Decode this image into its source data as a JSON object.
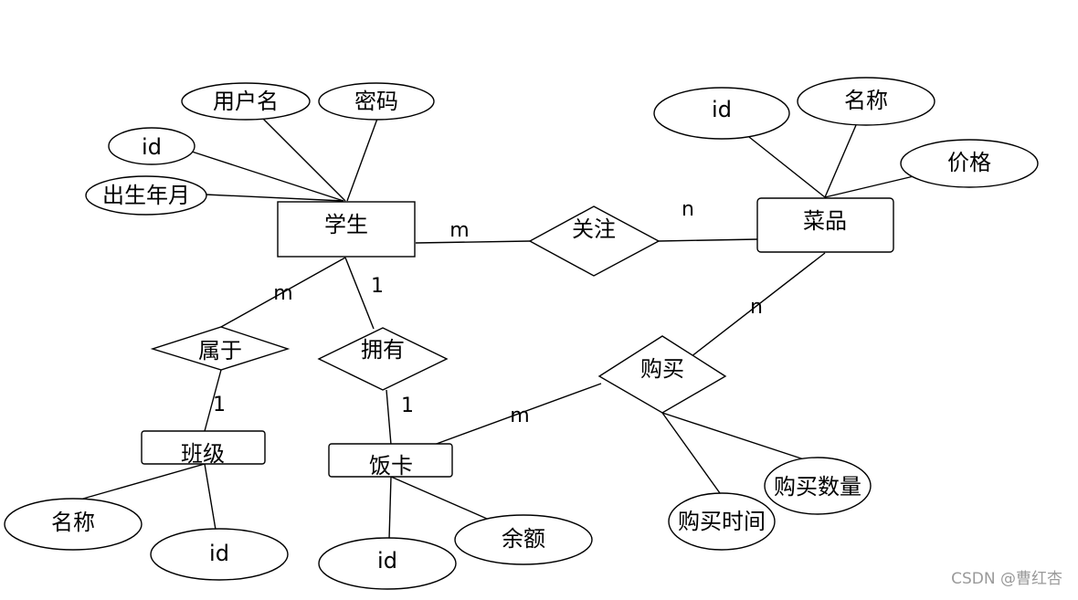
{
  "entities": {
    "student": "学生",
    "dish": "菜品",
    "class": "班级",
    "meal_card": "饭卡"
  },
  "relationships": {
    "follow": "关注",
    "belong": "属于",
    "own": "拥有",
    "purchase": "购买"
  },
  "attributes": {
    "student_username": "用户名",
    "student_password": "密码",
    "student_id": "id",
    "student_birth": "出生年月",
    "dish_id": "id",
    "dish_name": "名称",
    "dish_price": "价格",
    "class_name": "名称",
    "class_id": "id",
    "card_id": "id",
    "card_balance": "余额",
    "purchase_time": "购买时间",
    "purchase_quantity": "购买数量"
  },
  "cardinalities": {
    "student_follow": "m",
    "dish_follow": "n",
    "student_belong": "m",
    "class_belong": "1",
    "student_own": "1",
    "card_own": "1",
    "dish_purchase": "n",
    "card_purchase": "m"
  },
  "watermark": "CSDN @曹红杏"
}
